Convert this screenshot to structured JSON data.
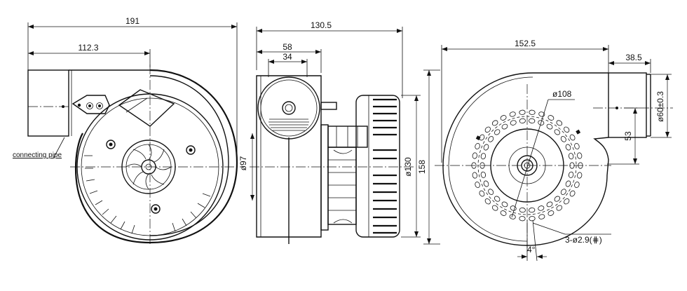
{
  "drawing": {
    "front_view": {
      "dim_overall_width": "191",
      "dim_inlet_offset": "112.3",
      "label_connecting_pipe": "connecting pipe"
    },
    "side_view": {
      "dim_overall_depth": "130.5",
      "dim_housing_depth": "58",
      "dim_inner_depth": "34",
      "dim_housing_dia": "ø97",
      "dim_motor_dia": "ø130",
      "dim_height": "158"
    },
    "rear_view": {
      "dim_width": "152.5",
      "dim_outlet_length": "38.5",
      "dim_outlet_dia": "ø60±0.3",
      "dim_outlet_height": "53",
      "dim_bolt_circle": "ø108",
      "dim_mount_holes": "3-ø2.9(⋕)",
      "dim_angle": "4°"
    }
  }
}
